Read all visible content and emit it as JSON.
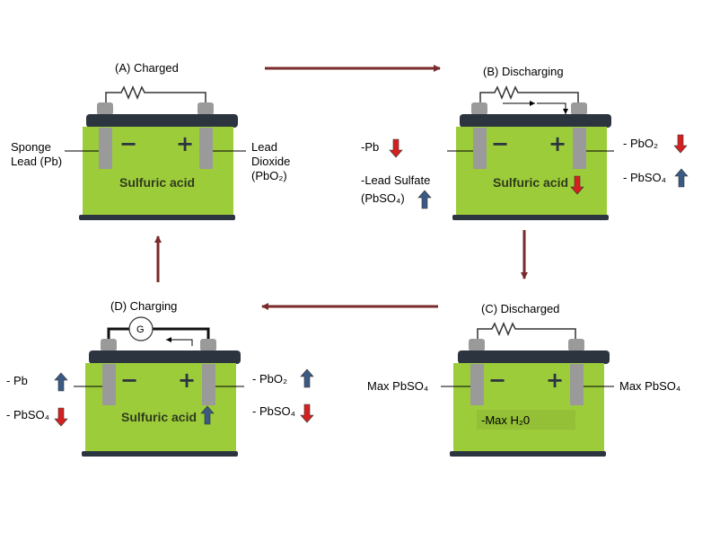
{
  "colors": {
    "battery_body": "#9dcc3b",
    "battery_lid": "#2c3440",
    "terminal": "#9a9a9a",
    "cycle_arrow": "#7a2a2a",
    "up_arrow": "#3a5a85",
    "down_arrow": "#d62020"
  },
  "panels": {
    "a": {
      "title": "(A) Charged",
      "acid": "Sulfuric acid",
      "left_label": [
        "Sponge",
        "Lead (Pb)"
      ],
      "right_label": [
        "Lead",
        "Dioxide",
        "(PbO₂)"
      ]
    },
    "b": {
      "title": "(B) Discharging",
      "acid": "Sulfuric acid",
      "acid_trend": "down",
      "left_1": "-Pb",
      "left_1_trend": "down",
      "left_2a": "-Lead Sulfate",
      "left_2b": "(PbSO₄)",
      "left_2_trend": "up",
      "right_1": "- PbO₂",
      "right_1_trend": "down",
      "right_2": "- PbSO₄",
      "right_2_trend": "up"
    },
    "c": {
      "title": "(C) Discharged",
      "left_label": "Max PbSO₄",
      "right_label": "Max PbSO₄",
      "acid": "-Max H₂0"
    },
    "d": {
      "title": "(D) Charging",
      "acid": "Sulfuric acid",
      "acid_trend": "up",
      "meter": "G",
      "left_1": "- Pb",
      "left_1_trend": "up",
      "left_2": "- PbSO₄",
      "left_2_trend": "down",
      "right_1": "- PbO₂",
      "right_1_trend": "up",
      "right_2": "- PbSO₄",
      "right_2_trend": "down"
    }
  },
  "signs": {
    "negative": "−",
    "positive": "+"
  }
}
